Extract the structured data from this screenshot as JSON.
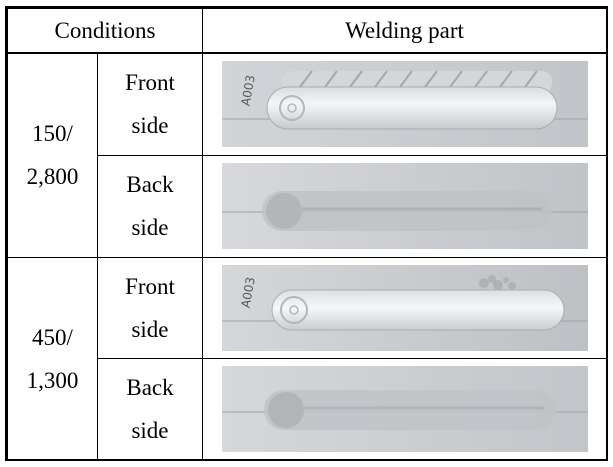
{
  "header": {
    "conditions_label": "Conditions",
    "welding_part_label": "Welding part"
  },
  "groups": [
    {
      "condition_line1": "150/",
      "condition_line2": "2,800",
      "rows": [
        {
          "side_line1": "Front",
          "side_line2": "side",
          "marking": "A003",
          "photo_icon": "weld-bead-front-photo"
        },
        {
          "side_line1": "Back",
          "side_line2": "side",
          "photo_icon": "weld-bead-back-photo"
        }
      ]
    },
    {
      "condition_line1": "450/",
      "condition_line2": "1,300",
      "rows": [
        {
          "side_line1": "Front",
          "side_line2": "side",
          "marking": "A003",
          "photo_icon": "weld-bead-front-photo"
        },
        {
          "side_line1": "Back",
          "side_line2": "side",
          "photo_icon": "weld-bead-back-photo"
        }
      ]
    }
  ],
  "colors": {
    "border": "#000000",
    "plate": "#c9ccd0",
    "bead": "#e7e9ec",
    "back_bead": "#b9bcc0"
  }
}
